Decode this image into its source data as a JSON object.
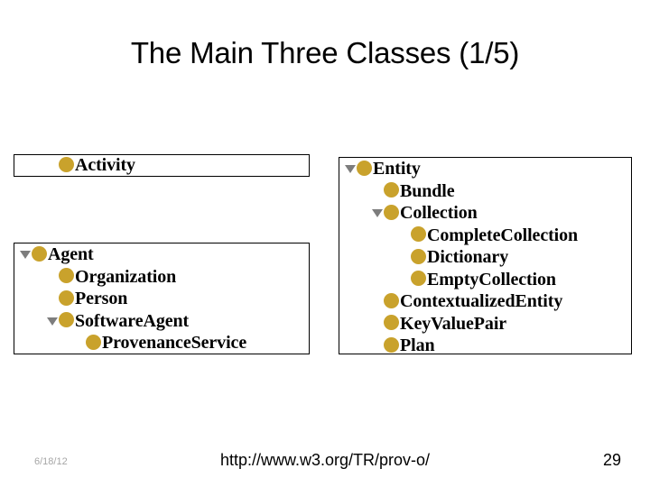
{
  "slide": {
    "title": "The Main Three Classes (1/5)",
    "accent_color": "#c9a22c",
    "twisty_color": "#7d7d7d",
    "border_color": "#000000"
  },
  "panels": [
    {
      "id": "activity",
      "name": "activity-tree-panel",
      "rows": [
        {
          "label": "Activity",
          "indent": 1,
          "twisty": "none"
        }
      ]
    },
    {
      "id": "agent",
      "name": "agent-tree-panel",
      "rows": [
        {
          "label": "Agent",
          "indent": 0,
          "twisty": "open"
        },
        {
          "label": "Organization",
          "indent": 1,
          "twisty": "none"
        },
        {
          "label": "Person",
          "indent": 1,
          "twisty": "none"
        },
        {
          "label": "SoftwareAgent",
          "indent": 1,
          "twisty": "open"
        },
        {
          "label": "ProvenanceService",
          "indent": 2,
          "twisty": "none"
        }
      ]
    },
    {
      "id": "entity",
      "name": "entity-tree-panel",
      "rows": [
        {
          "label": "Entity",
          "indent": 0,
          "twisty": "open"
        },
        {
          "label": "Bundle",
          "indent": 1,
          "twisty": "none"
        },
        {
          "label": "Collection",
          "indent": 1,
          "twisty": "open"
        },
        {
          "label": "CompleteCollection",
          "indent": 2,
          "twisty": "none"
        },
        {
          "label": "Dictionary",
          "indent": 2,
          "twisty": "none"
        },
        {
          "label": "EmptyCollection",
          "indent": 2,
          "twisty": "none"
        },
        {
          "label": "ContextualizedEntity",
          "indent": 1,
          "twisty": "none"
        },
        {
          "label": "KeyValuePair",
          "indent": 1,
          "twisty": "none"
        },
        {
          "label": "Plan",
          "indent": 1,
          "twisty": "none"
        }
      ]
    }
  ],
  "footer": {
    "date": "6/18/12",
    "url": "http://www.w3.org/TR/prov-o/",
    "page_number": "29"
  }
}
